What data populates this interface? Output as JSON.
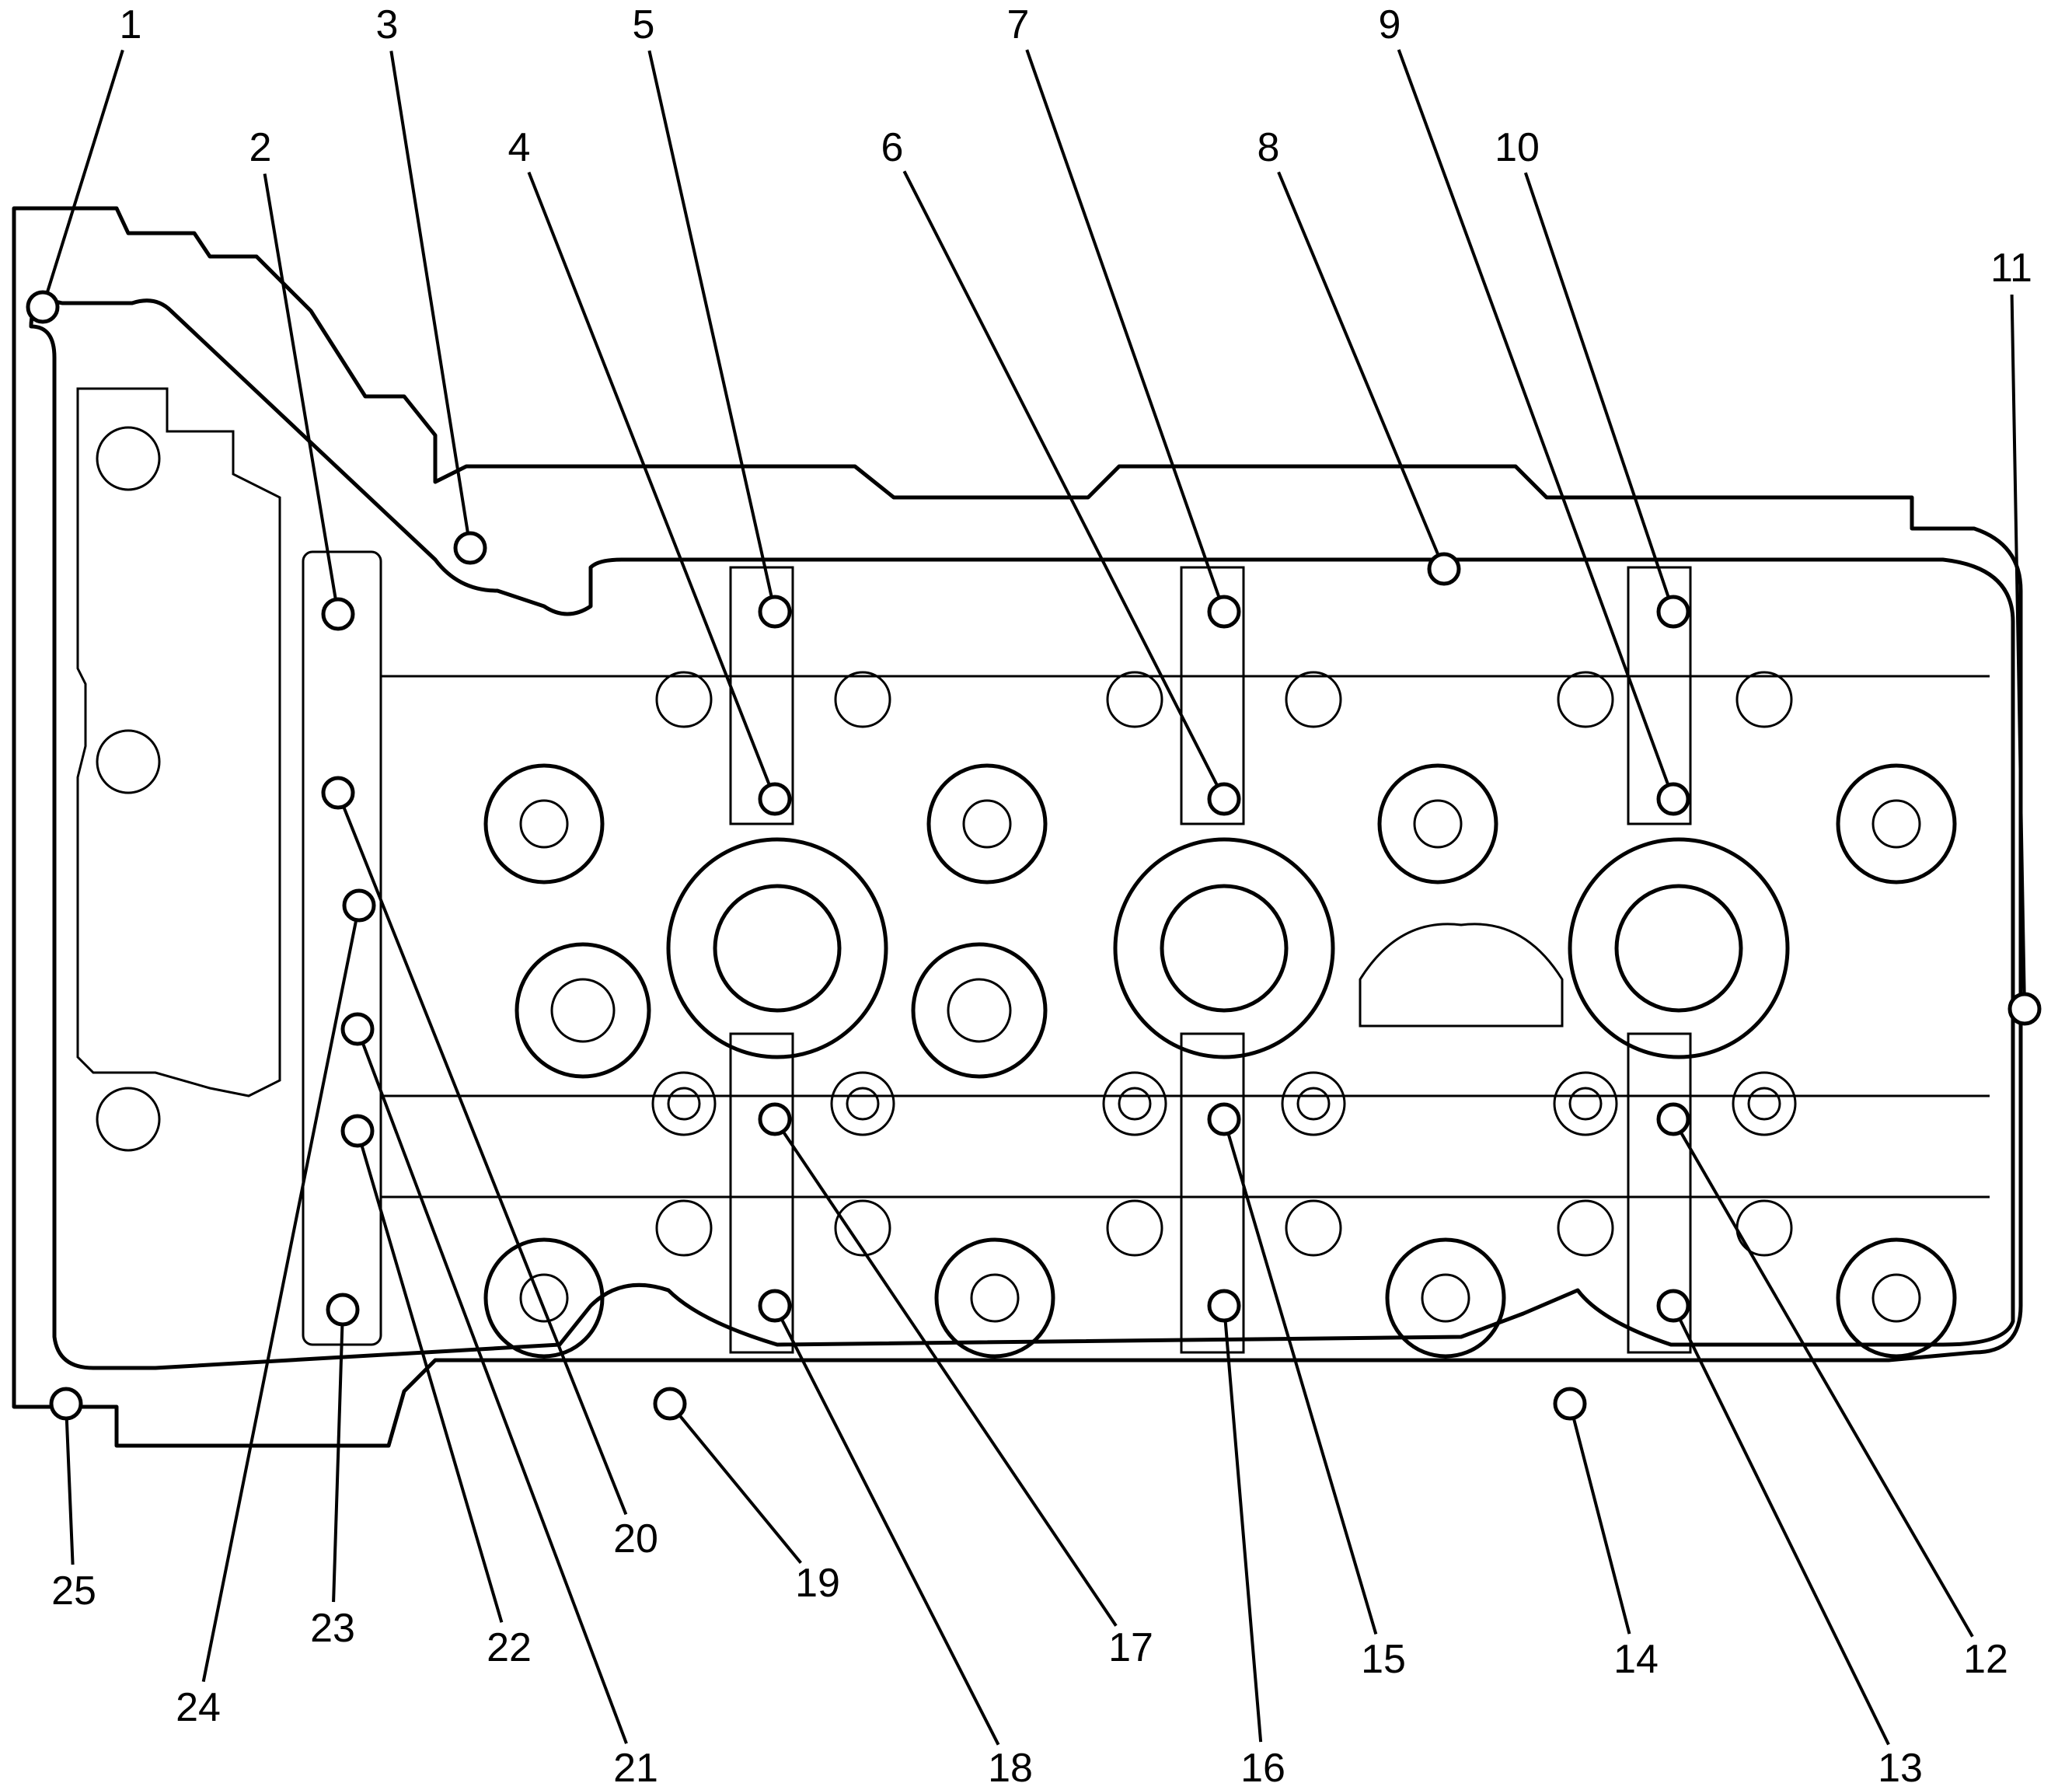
{
  "diagram": {
    "callouts": [
      {
        "label": "1",
        "target": 1
      },
      {
        "label": "2",
        "target": 2
      },
      {
        "label": "3",
        "target": 3
      },
      {
        "label": "4",
        "target": 4
      },
      {
        "label": "5",
        "target": 5
      },
      {
        "label": "6",
        "target": 6
      },
      {
        "label": "7",
        "target": 7
      },
      {
        "label": "8",
        "target": 8
      },
      {
        "label": "9",
        "target": 9
      },
      {
        "label": "10",
        "target": 10
      },
      {
        "label": "11",
        "target": 11
      },
      {
        "label": "12",
        "target": 12
      },
      {
        "label": "13",
        "target": 13
      },
      {
        "label": "14",
        "target": 14
      },
      {
        "label": "15",
        "target": 15
      },
      {
        "label": "16",
        "target": 16
      },
      {
        "label": "17",
        "target": 17
      },
      {
        "label": "18",
        "target": 18
      },
      {
        "label": "19",
        "target": 19
      },
      {
        "label": "20",
        "target": 20
      },
      {
        "label": "21",
        "target": 21
      },
      {
        "label": "22",
        "target": 22
      },
      {
        "label": "23",
        "target": 23
      },
      {
        "label": "24",
        "target": 24
      },
      {
        "label": "25",
        "target": 25
      }
    ]
  }
}
